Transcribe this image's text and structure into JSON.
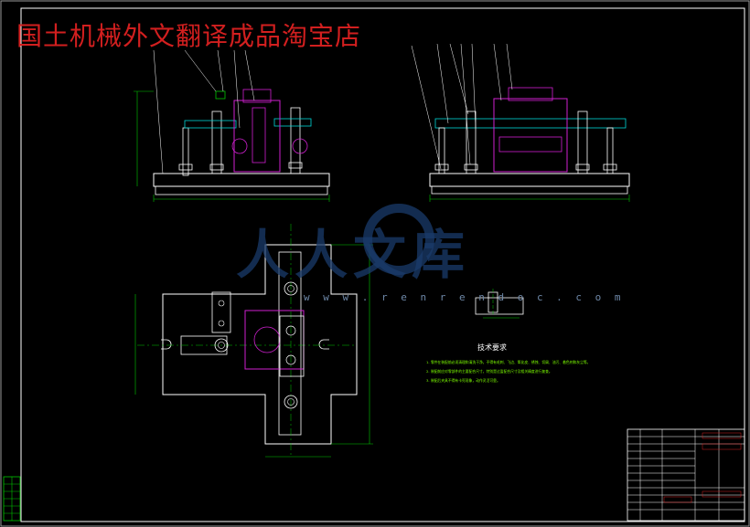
{
  "watermark": {
    "title": "国土机械外文翻译成品淘宝店"
  },
  "logo": {
    "text": "人人文库",
    "url": "w w w . r e n r e n d o c . c o m"
  },
  "tech_requirements": {
    "title": "技术要求",
    "lines": [
      "1. 零件在装配前必须清理和清洗干净，不得有毛刺、飞边、氧化皮、锈蚀、切屑、油污、着色剂和灰尘等。",
      "2. 装配前应对零部件的主要配合尺寸，特别是过盈配合尺寸及相关精度进行复查。",
      "3. 装配后夹具不得有卡死现象，动作灵活可靠。"
    ]
  },
  "colors": {
    "background": "#000000",
    "outline": "#ffffff",
    "dimension": "#00c800",
    "magenta": "#d020d0",
    "cyan": "#00d8d8",
    "watermark": "#d21f1f"
  }
}
